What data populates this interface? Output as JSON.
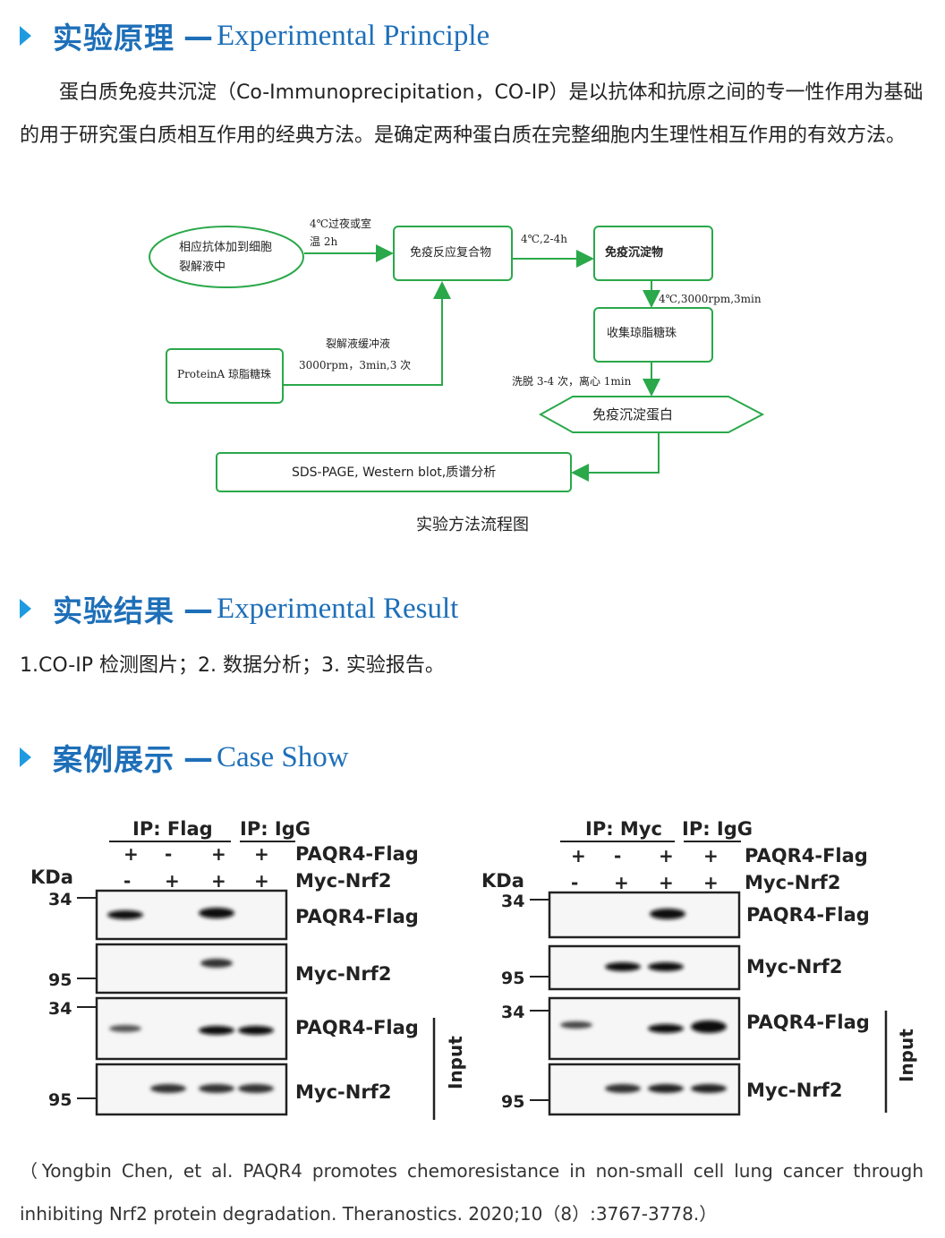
{
  "sections": {
    "principle": {
      "cn": "实验原理",
      "dash": "—",
      "en": "Experimental Principle"
    },
    "result": {
      "cn": "实验结果",
      "dash": "—",
      "en": "Experimental Result"
    },
    "case": {
      "cn": "案例展示",
      "dash": "—",
      "en": "Case Show"
    }
  },
  "principle_text": "蛋白质免疫共沉淀（Co-Immunoprecipitation，CO-IP）是以抗体和抗原之间的专一性作用为基础的用于研究蛋白质相互作用的经典方法。是确定两种蛋白质在完整细胞内生理性相互作用的有效方法。",
  "flowchart": {
    "node_antibody": [
      "相应抗体加到细胞",
      "裂解液中"
    ],
    "edge1": [
      "4℃过夜或室",
      "温 2h"
    ],
    "node_complex": "免疫反应复合物",
    "edge2": "4℃,2-4h",
    "node_precipitate": "免疫沉淀物",
    "edge3": "4℃,3000rpm,3min",
    "node_collect": "收集琼脂糖珠",
    "node_proteinA": "ProteinA 琼脂糖珠",
    "edge_lysis": [
      "裂解液缓冲液",
      "3000rpm，3min,3 次"
    ],
    "edge_wash": "洗脱 3-4 次，离心 1min",
    "node_protein": "免疫沉淀蛋白",
    "node_analysis": "SDS-PAGE, Western blot,质谱分析",
    "caption": "实验方法流程图"
  },
  "result_text": "1.CO-IP 检测图片；2. 数据分析；3. 实验报告。",
  "blots": {
    "left": {
      "ip_label": "IP: Flag",
      "igg_label": "IP: IgG",
      "row1": [
        "+",
        "-",
        "+",
        "+"
      ],
      "row1_label": "PAQR4-Flag",
      "row2": [
        "-",
        "+",
        "+",
        "+"
      ],
      "row2_label": "Myc-Nrf2",
      "kda": "KDa",
      "markers": [
        "34",
        "95",
        "34",
        "95"
      ],
      "panels": [
        "PAQR4-Flag",
        "Myc-Nrf2",
        "PAQR4-Flag",
        "Myc-Nrf2"
      ],
      "input": "Input"
    },
    "right": {
      "ip_label": "IP: Myc",
      "igg_label": "IP: IgG",
      "row1": [
        "+",
        "-",
        "+",
        "+"
      ],
      "row1_label": "PAQR4-Flag",
      "row2": [
        "-",
        "+",
        "+",
        "+"
      ],
      "row2_label": "Myc-Nrf2",
      "kda": "KDa",
      "markers": [
        "34",
        "95",
        "34",
        "95"
      ],
      "panels": [
        "PAQR4-Flag",
        "Myc-Nrf2",
        "PAQR4-Flag",
        "Myc-Nrf2"
      ],
      "input": "Input"
    }
  },
  "citation": "（Yongbin Chen, et al. PAQR4 promotes chemoresistance in non-small cell lung cancer through inhibiting Nrf2 protein degradation. Theranostics. 2020;10（8）:3767-3778.）",
  "colors": {
    "accent": "#1e6fb8",
    "triangle": "#1e9be0",
    "flow_green": "#2aa84a"
  }
}
